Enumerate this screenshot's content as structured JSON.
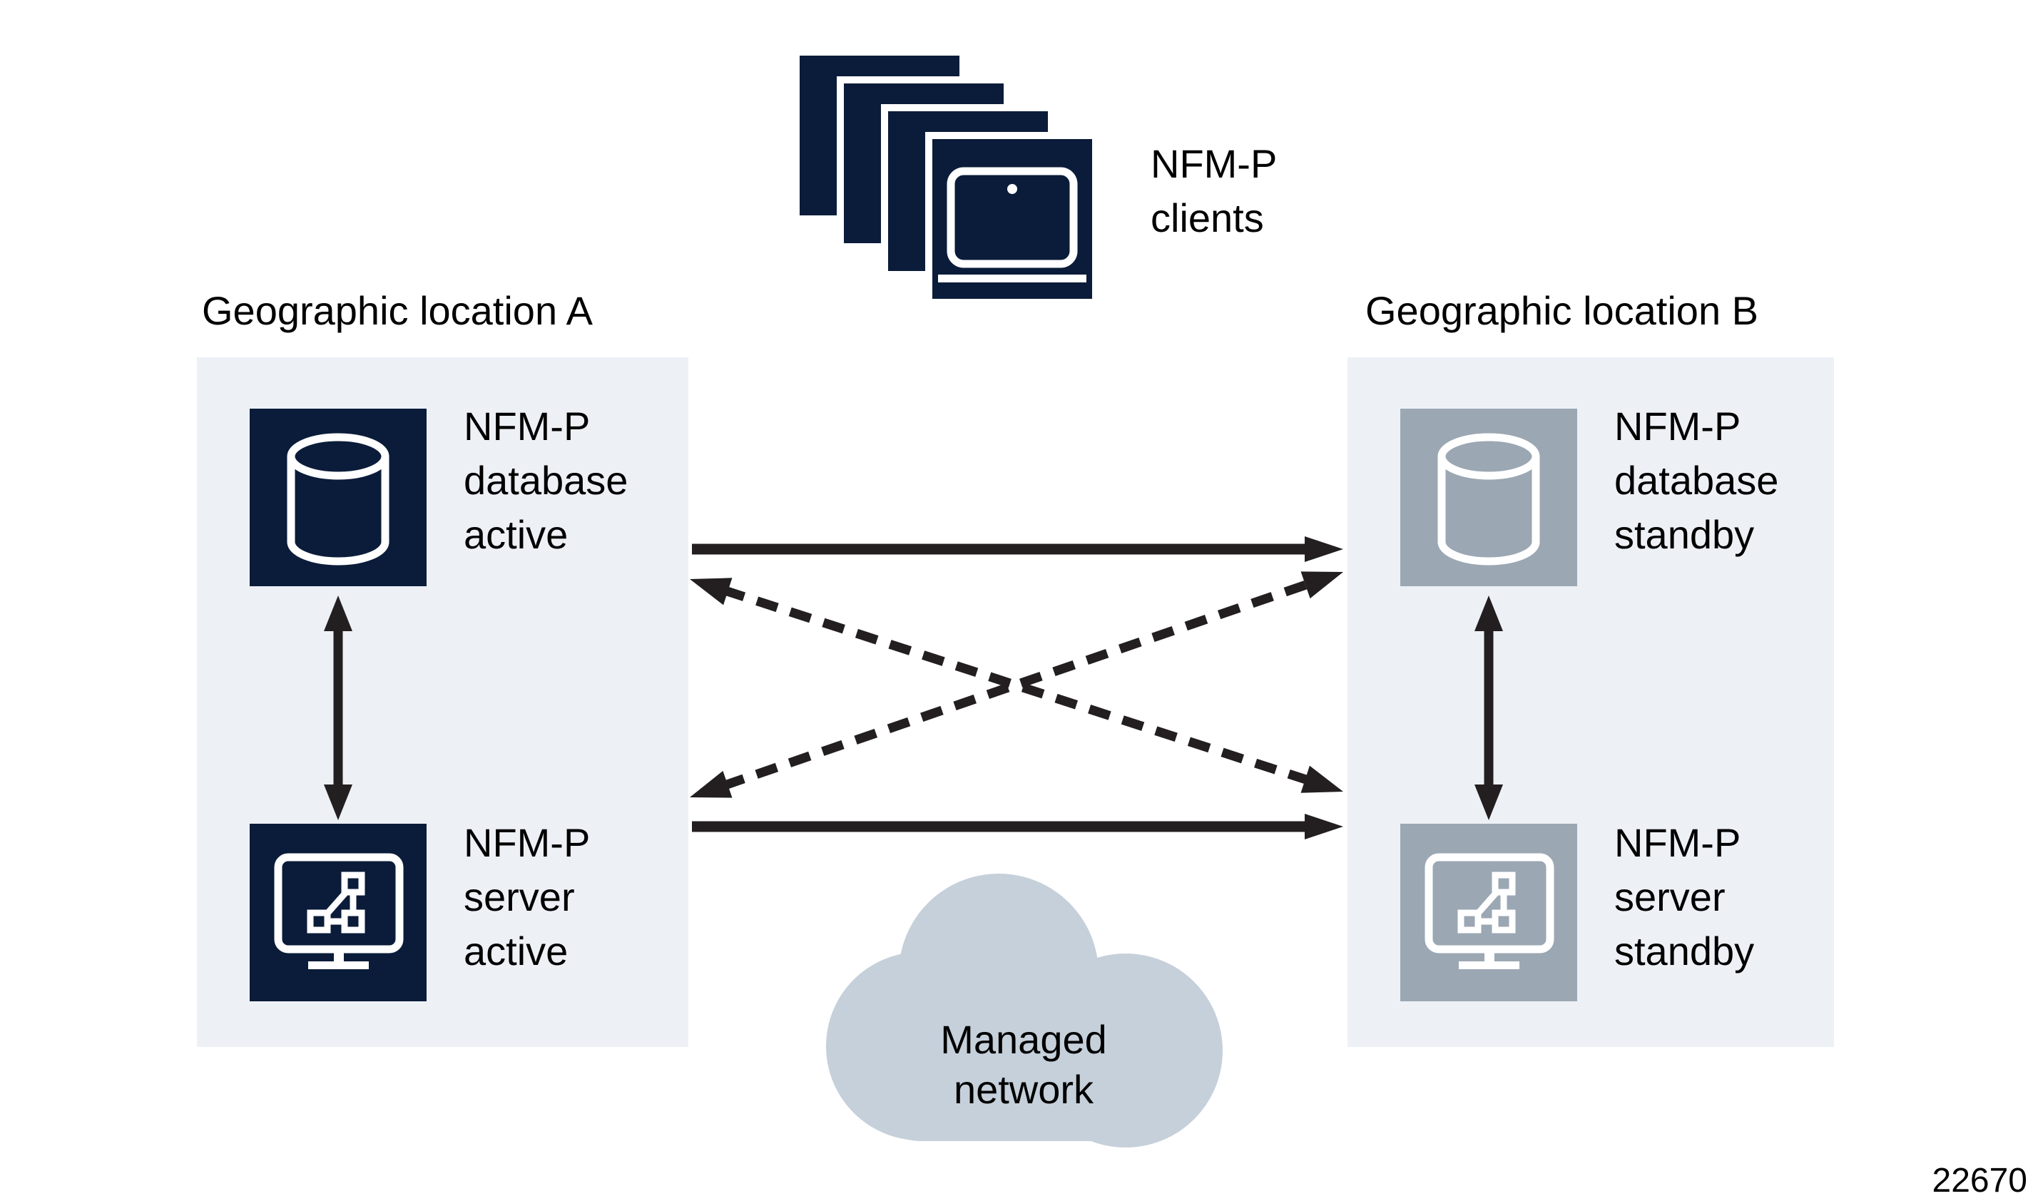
{
  "clients": {
    "label": "NFM-P\nclients"
  },
  "location_a": {
    "title": "Geographic location A",
    "database_label": "NFM-P\ndatabase\nactive",
    "server_label": "NFM-P\nserver\nactive"
  },
  "location_b": {
    "title": "Geographic location B",
    "database_label": "NFM-P\ndatabase\nstandby",
    "server_label": "NFM-P\nserver\nstandby"
  },
  "cloud": {
    "label": "Managed\nnetwork"
  },
  "figure_number": "22670",
  "colors": {
    "navy": "#0b1c3a",
    "standby_gray": "#9ba7b3",
    "panel": "#edf1f6",
    "cloud": "#c6d0db",
    "ink": "#231f20",
    "icon_stroke": "#ffffff"
  }
}
